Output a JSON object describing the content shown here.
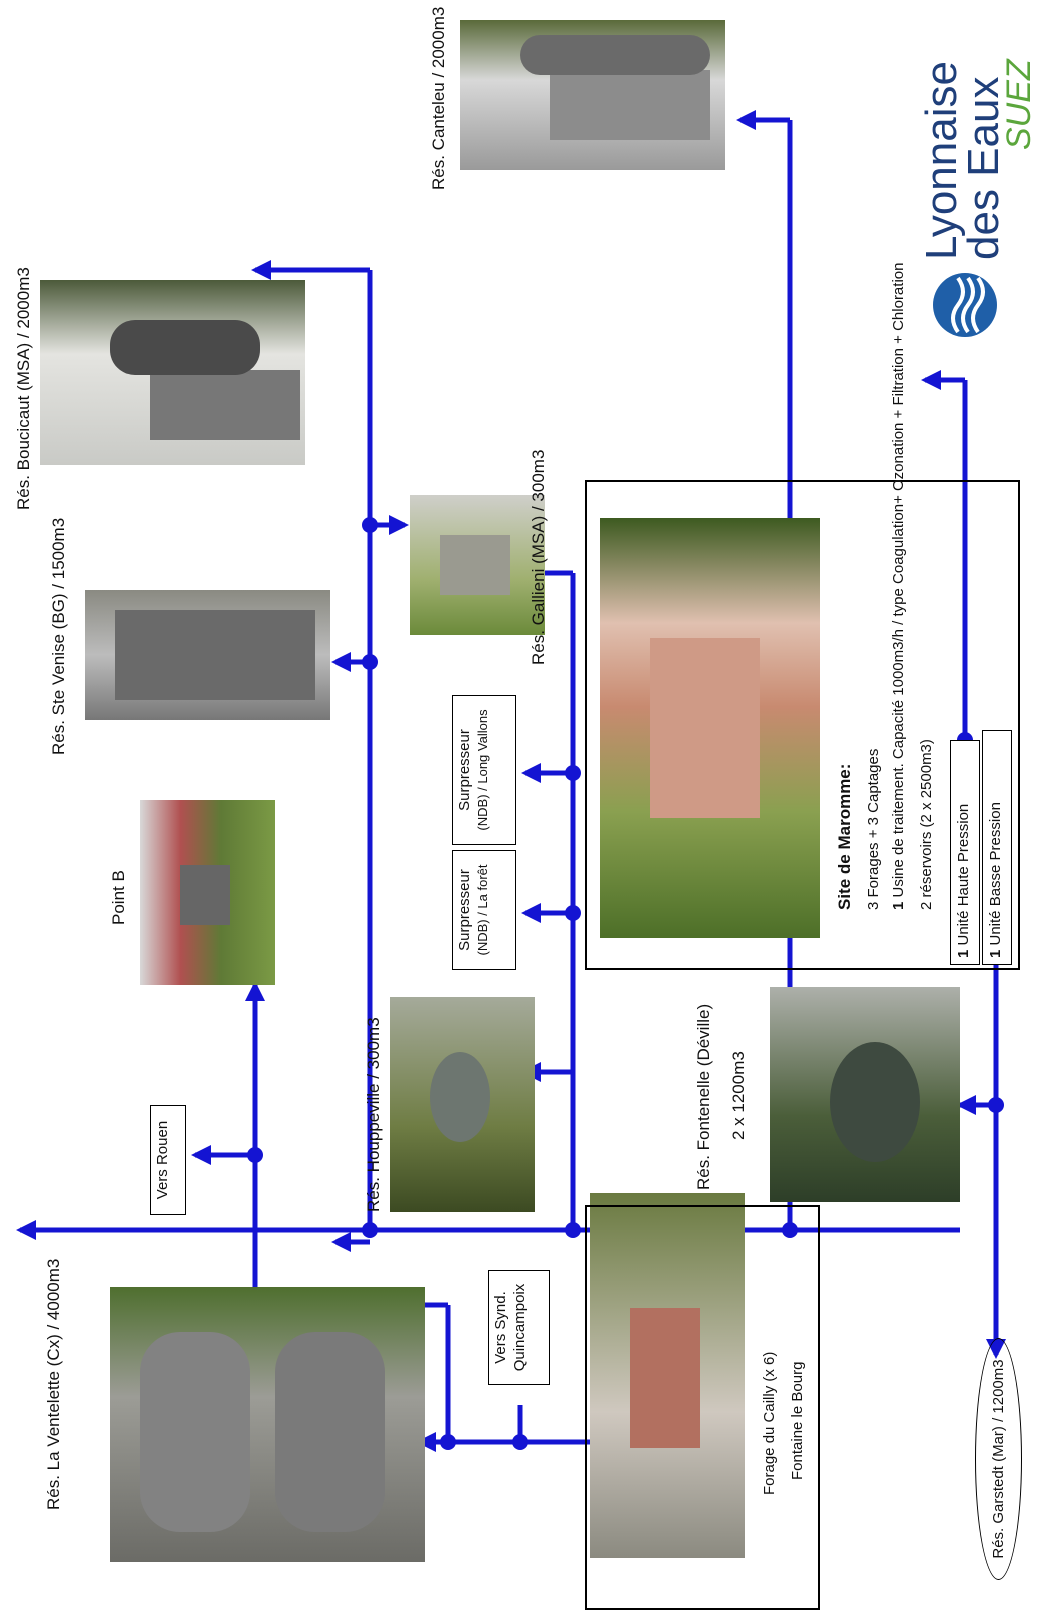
{
  "reservoirs": {
    "canteleu": "Rés. Canteleu / 2000m3",
    "boucicaut": "Rés. Boucicaut (MSA) / 2000m3",
    "ste_venise": "Rés. Ste Venise (BG) / 1500m3",
    "gallieni": "Rés. Gallieni (MSA) / 300m3",
    "point_b": "Point B",
    "houppeville": "Rés. Houppeville / 300m3",
    "fontenelle_line1": "Rés. Fontenelle (Déville)",
    "fontenelle_line2": "2 x 1200m3",
    "ventelette": "Rés. La Ventelette (Cx) / 4000m3",
    "garstedt": "Rés. Garstedt (Mar) / 1200m3"
  },
  "destinations": {
    "rouen": "Vers Rouen",
    "synd_line1": "Vers Synd.",
    "synd_line2": "Quincampoix"
  },
  "surpresseurs": [
    {
      "line1": "Surpresseur",
      "line2": "(NDB) / La forêt"
    },
    {
      "line1": "Surpresseur",
      "line2": "(NDB) / Long Vallons"
    }
  ],
  "forage": {
    "line1": "Forage du Cailly (x 6)",
    "line2": "Fontaine le Bourg"
  },
  "site": {
    "title": "Site de Maromme:",
    "line1": "3 Forages + 3 Captages",
    "line2_bold": "1",
    "line2": " Usine de traitement. Capacité 1000m3/h / type  Coagulation+ Ozonation + Filtration + Chloration",
    "line3": "2 réservoirs (2 x 2500m3)",
    "unit_high_bold": "1",
    "unit_high": " Unité Haute Pression",
    "unit_low_bold": "1",
    "unit_low": " Unité Basse Pression"
  },
  "logo": {
    "line1": "Lyonnaise",
    "line2": "des Eaux",
    "line3": "SUEZ"
  },
  "colors": {
    "pipe": "#1414d2",
    "logo_blue": "#1f5fa8",
    "logo_green": "#5ba63c"
  }
}
